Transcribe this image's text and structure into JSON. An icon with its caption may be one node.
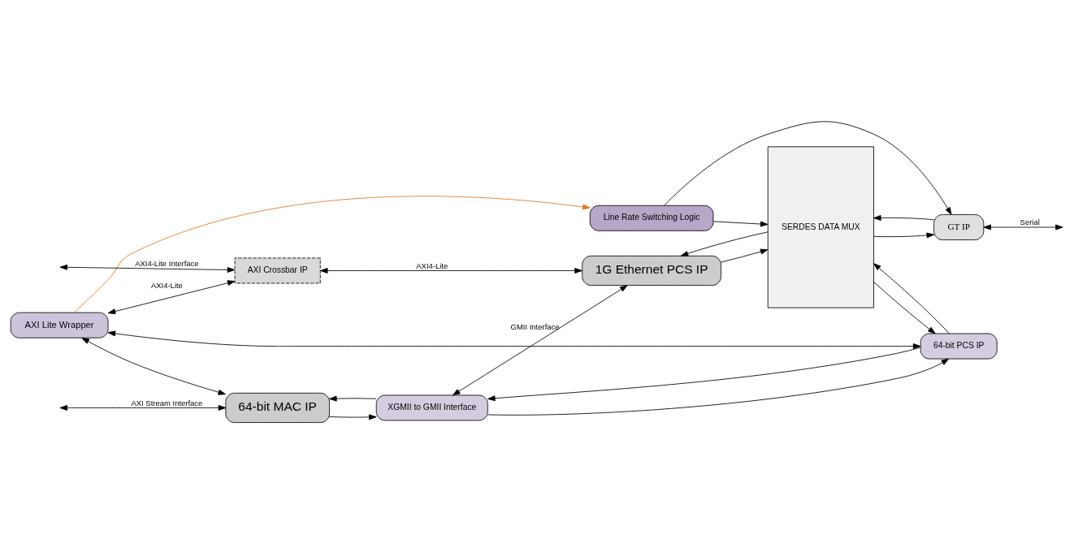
{
  "diagram": {
    "nodes": [
      {
        "text": [
          "64-bit MAC IP"
        ]
      },
      {
        "text": [
          "XGMII to GMII Interface"
        ]
      },
      {
        "text": [
          "64-bit PCS IP"
        ]
      },
      {
        "text": [
          "SERDES DATA MUX"
        ]
      },
      {
        "text": [
          "GT IP"
        ]
      },
      {
        "text": [
          "AXI Lite Wrapper"
        ]
      },
      {
        "text": [
          "AXI Crossbar IP"
        ]
      },
      {
        "text": [
          "1G Ethernet PCS IP"
        ]
      },
      {
        "text": [
          "Line Rate Switching Logic"
        ]
      }
    ],
    "edges": [
      {
        "from": null,
        "to": 0,
        "arrow": "both",
        "label": "AXI Stream Interface"
      },
      {
        "from": 0,
        "to": 1,
        "arrow": "to"
      },
      {
        "from": 1,
        "to": 0,
        "arrow": "to"
      },
      {
        "from": 1,
        "to": 2,
        "arrow": "to"
      },
      {
        "from": 2,
        "to": 1,
        "arrow": "to"
      },
      {
        "from": 2,
        "to": 3,
        "arrow": "to"
      },
      {
        "from": 3,
        "to": 2,
        "arrow": "to"
      },
      {
        "from": 3,
        "to": 4,
        "arrow": "to"
      },
      {
        "from": 4,
        "to": 3,
        "arrow": "to"
      },
      {
        "from": 4,
        "to": null,
        "arrow": "both",
        "label": "Serial"
      },
      {
        "from": 5,
        "to": 0,
        "arrow": "both"
      },
      {
        "from": 5,
        "to": 2,
        "arrow": "both"
      },
      {
        "from": 1,
        "to": 7,
        "arrow": "both",
        "label": "GMII Interface"
      },
      {
        "from": 5,
        "to": 6,
        "arrow": "both",
        "label": "AXI4-Lite"
      },
      {
        "from": null,
        "to": 6,
        "arrow": "both",
        "label": "AXI4-Lite Interface"
      },
      {
        "from": 6,
        "to": 7,
        "arrow": "both",
        "label": "AXI4-Lite"
      },
      {
        "from": 7,
        "to": 3,
        "arrow": "to"
      },
      {
        "from": 3,
        "to": 7,
        "arrow": "to"
      },
      {
        "from": 8,
        "to": 3,
        "arrow": "to"
      },
      {
        "from": 8,
        "to": 4,
        "arrow": "to"
      },
      {
        "from": 5,
        "to": 8,
        "arrow": "to",
        "color": "#e87722"
      }
    ]
  }
}
